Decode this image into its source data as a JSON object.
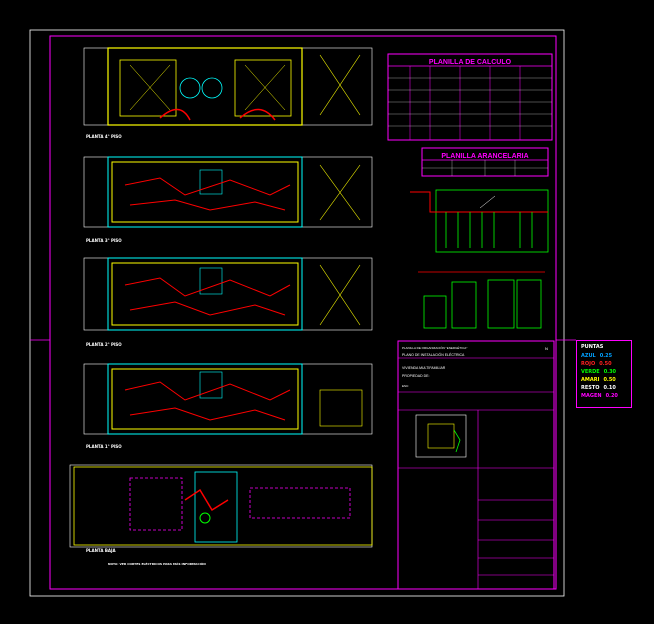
{
  "floor_labels": [
    "PLANTA 4° PISO",
    "PLANTA 3° PISO",
    "PLANTA 2° PISO",
    "PLANTA 1° PISO",
    "PLANTA BAJA"
  ],
  "bottom_note": "NOTA: VER CORTES ELÉCTRICOS PARA MÁS INFORMACIÓN",
  "calc_table": {
    "title": "PLANILLA DE CALCULO"
  },
  "tariff_table": {
    "title": "PLANILLA ARANCELARIA"
  },
  "title_block": {
    "line1": "PLANILLA DE ORGANIZACIÓN \"ENERGÉTICA\"",
    "line2": "PLANO DE INSTALACIÓN ELÉCTRICA",
    "line3": "VIVIENDA MULTIFAMILIAR",
    "line4": "PROPIEDAD DE:",
    "scale": "ESC:",
    "mark": "N"
  },
  "pen_legend": {
    "title": "PUNTAS",
    "items": [
      {
        "name": "AZUL",
        "value": "0.25",
        "color": "#00a0ff"
      },
      {
        "name": "ROJO",
        "value": "0.50",
        "color": "#ff2020"
      },
      {
        "name": "VERDE",
        "value": "0.30",
        "color": "#00ff00"
      },
      {
        "name": "AMARI",
        "value": "0.50",
        "color": "#ffff00"
      },
      {
        "name": "RESTO",
        "value": "0.10",
        "color": "#ffffff"
      },
      {
        "name": "MAGEN",
        "value": "0.20",
        "color": "#ff00ff"
      }
    ]
  },
  "colors": {
    "frame": "#ff00ff",
    "wall": "#ffff00",
    "slab": "#00ffff",
    "circuit": "#ff0000",
    "cad_background": "#000000"
  }
}
